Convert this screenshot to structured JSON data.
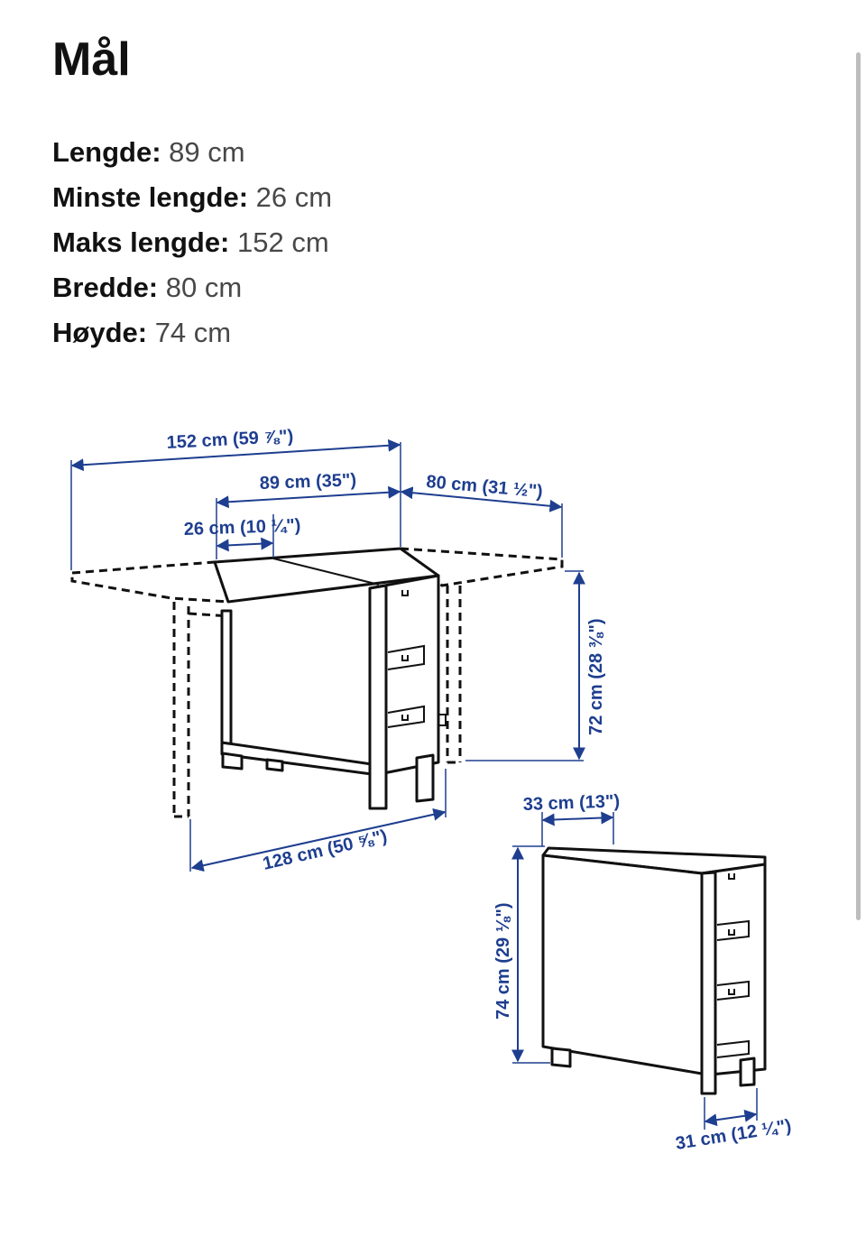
{
  "page": {
    "title": "Mål"
  },
  "specs": [
    {
      "label": "Lengde:",
      "value": " 89 cm"
    },
    {
      "label": "Minste lengde:",
      "value": " 26 cm"
    },
    {
      "label": "Maks lengde:",
      "value": " 152 cm"
    },
    {
      "label": "Bredde:",
      "value": " 80 cm"
    },
    {
      "label": "Høyde:",
      "value": " 74 cm"
    }
  ],
  "diagram": {
    "dimension_color": "#1e3e8f",
    "line_color": "#111111",
    "labels": {
      "max_length": "152 cm (59 ⅞\")",
      "length": "89 cm (35\")",
      "width": "80 cm (31 ½\")",
      "min_length": "26 cm (10 ¼\")",
      "table_height": "72 cm (28 ⅜\")",
      "leg_span": "128 cm (50 ⅝\")",
      "folded_depth": "33 cm (13\")",
      "folded_height": "74 cm (29 ⅛\")",
      "folded_base": "31 cm (12 ¼\")"
    }
  }
}
